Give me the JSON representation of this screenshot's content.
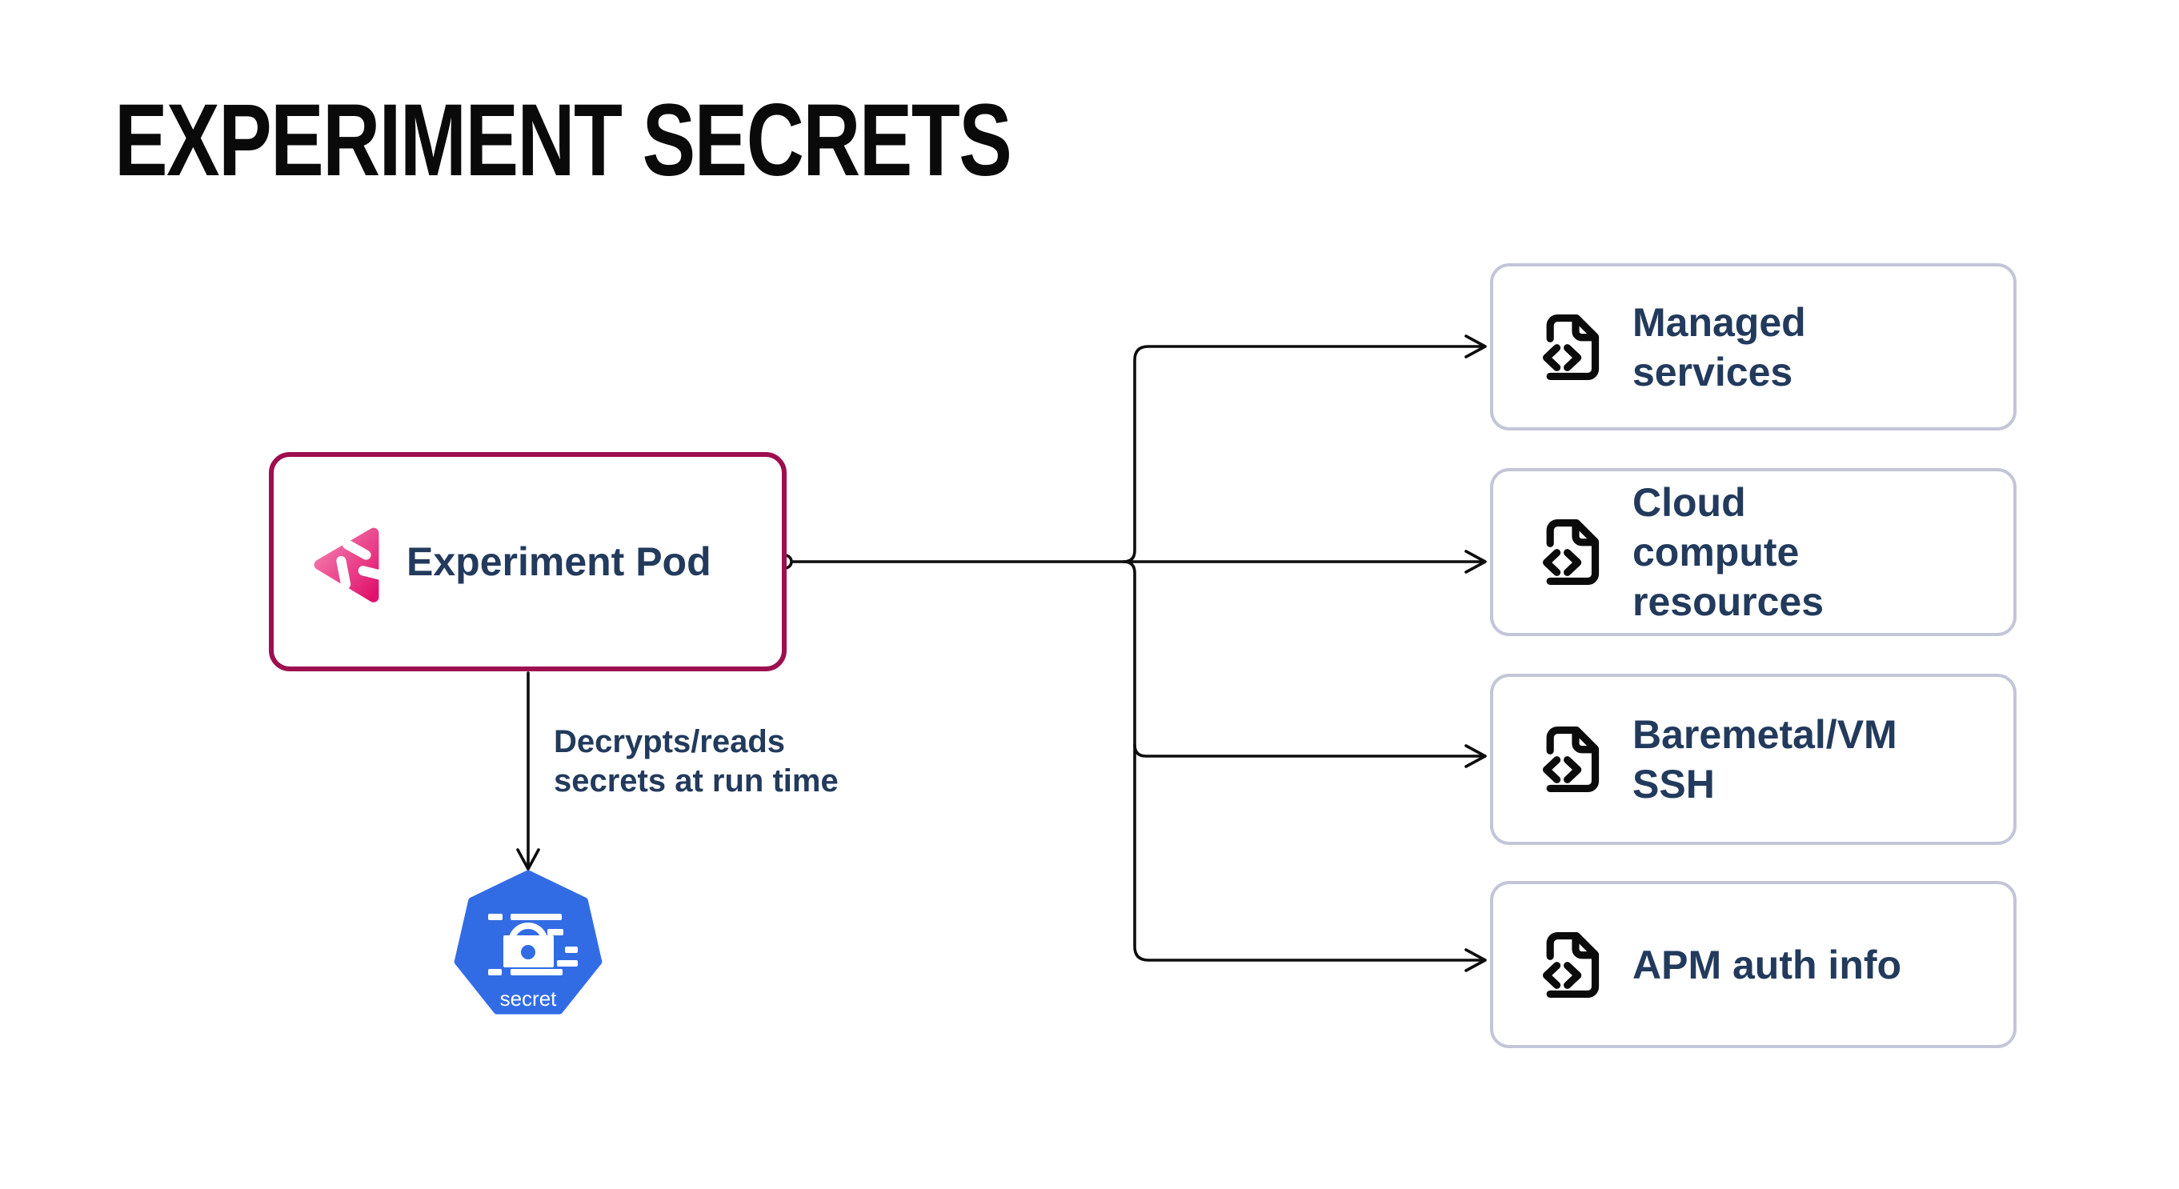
{
  "title": "EXPERIMENT SECRETS",
  "pod": {
    "label": "Experiment Pod",
    "icon": "litmus-experiment-logo"
  },
  "edge": {
    "annotation_line1": "Decrypts/reads",
    "annotation_line2": "secrets at run time"
  },
  "secret": {
    "label": "secret",
    "icon": "kubernetes-secret-lock"
  },
  "targets": [
    {
      "label": "Managed services",
      "icon": "file-code-icon"
    },
    {
      "label": "Cloud compute resources",
      "icon": "file-code-icon"
    },
    {
      "label": "Baremetal/VM SSH",
      "icon": "file-code-icon"
    },
    {
      "label": "APM auth info",
      "icon": "file-code-icon"
    }
  ],
  "colors": {
    "pod_border": "#9D0F4F",
    "target_border": "#C3C5D8",
    "text_navy": "#223A5C",
    "k8s_blue": "#326CE5",
    "logo_pink_light": "#F584B3",
    "logo_pink_deep": "#E0116B",
    "line": "#0D0D0D",
    "title_color": "#0A0A0A"
  }
}
